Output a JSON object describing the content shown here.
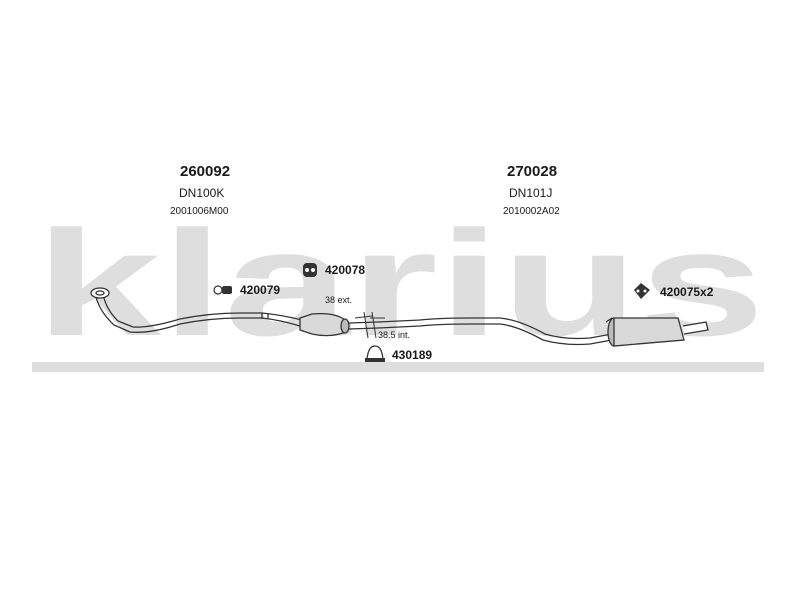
{
  "watermark": {
    "text": "klarius",
    "color": "#d8d8d8"
  },
  "assemblies": [
    {
      "part": "260092",
      "code": "DN100K",
      "ref": "2001006M00"
    },
    {
      "part": "270028",
      "code": "DN101J",
      "ref": "2010002A02"
    }
  ],
  "fittings": [
    {
      "part": "420078",
      "icon": "rubber-hanger-icon"
    },
    {
      "part": "420079",
      "icon": "bush-icon"
    },
    {
      "part": "420075x2",
      "icon": "rubber-mount-icon"
    },
    {
      "part": "430189",
      "icon": "clamp-icon"
    }
  ],
  "dimensions": {
    "ext": "38 ext.",
    "int": "38.5 int."
  },
  "colors": {
    "line": "#333333",
    "body_fill": "#d9d9d9",
    "text": "#1a1a1a"
  }
}
